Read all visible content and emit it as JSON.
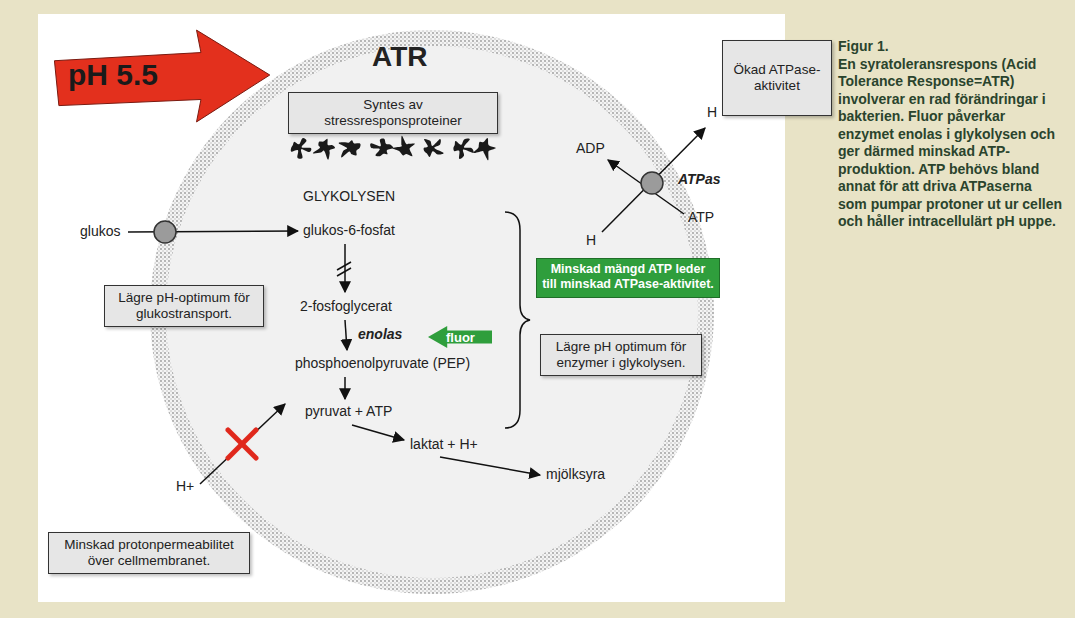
{
  "diagram": {
    "title": "Figur 1.",
    "caption": "En syratoleransrespons (Acid Tolerance Response=ATR) involverar en rad förändringar i bakterien. Fluor påverkar enzymet enolas i glykolysen och ger därmed minskad ATP-produktion. ATP behövs bland annat för att driva ATPaserna som pumpar protoner ut ur cellen och håller intracellulärt pH uppe.",
    "nodes": [
      {
        "text": [
          "pH 5.5"
        ]
      },
      {
        "text": [
          "Syntes av stressresponsproteiner"
        ]
      },
      {
        "text": [
          "Ökad ATPase-aktivitet"
        ]
      },
      {
        "text": [
          "Lägre pH-optimum för glukostransport."
        ]
      },
      {
        "text": [
          "Minskad mängd ATP leder till minskad ATPase-aktivitet."
        ]
      },
      {
        "text": [
          "fluor"
        ]
      },
      {
        "text": [
          "Lägre pH optimum för enzymer i glykolysen."
        ]
      },
      {
        "text": [
          "Minskad protonpermeabilitet över cellmembranet."
        ]
      }
    ],
    "labels": [
      "ATR",
      "GLYKOLYSEN",
      "glukos",
      "glukos-6-fosfat",
      "2-fosfoglycerat",
      "enolas",
      "phosphoenolpyruvate (PEP)",
      "pyruvat + ATP",
      "laktat + H+",
      "mjölksyra",
      "H+",
      "ADP",
      "H",
      "ATP",
      "H",
      "ATPas"
    ]
  }
}
